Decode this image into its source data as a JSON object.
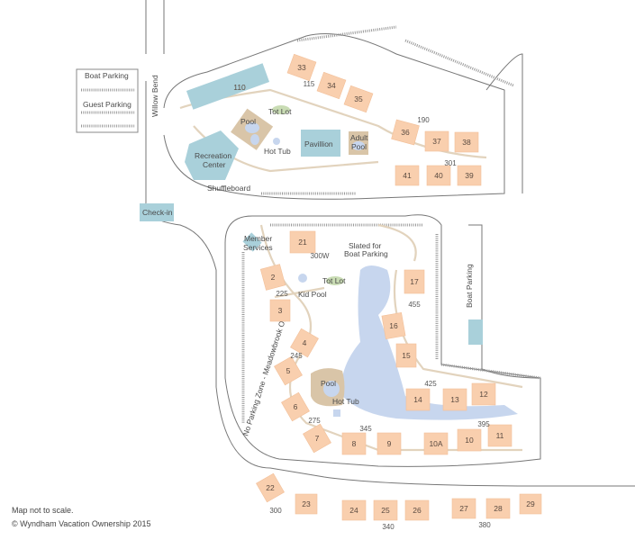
{
  "places": {
    "boat_parking_west": "Boat Parking",
    "guest_parking": "Guest Parking",
    "willow_bend": "Willow Bend",
    "pool_rec": "Pool",
    "tot_lot_rec": "Tot Lot",
    "hot_tub_rec": "Hot Tub",
    "recreation": "Recreation",
    "center": "Center",
    "shuffleboard": "Shuffleboard",
    "pavillion": "Pavillion",
    "adult": "Adult",
    "adult_pool": "Pool",
    "check_in": "Check-in",
    "member": "Member",
    "services": "Services",
    "slated_for": "Slated for",
    "boat_parking_slated": "Boat Parking",
    "tot_lot_south": "Tot Lot",
    "kid_pool": "Kid Pool",
    "pool_south": "Pool",
    "hot_tub_south": "Hot Tub",
    "boat_parking_east": "Boat Parking",
    "no_parking": "No Parking Zone - Meadowbrook Only"
  },
  "buildings": {
    "b110": "110",
    "b33": "33",
    "b34": "34",
    "b35": "35",
    "b36": "36",
    "b37": "37",
    "b38": "38",
    "b41": "41",
    "b40": "40",
    "b39": "39",
    "b21": "21",
    "b2": "2",
    "b3": "3",
    "b4": "4",
    "b5": "5",
    "b6": "6",
    "b7": "7",
    "b8": "8",
    "b9": "9",
    "b10A": "10A",
    "b10": "10",
    "b11": "11",
    "b14": "14",
    "b13": "13",
    "b12": "12",
    "b17": "17",
    "b16": "16",
    "b15": "15",
    "b22": "22",
    "b23": "23",
    "b24": "24",
    "b25": "25",
    "b26": "26",
    "b27": "27",
    "b28": "28",
    "b29": "29"
  },
  "roads": {
    "r115": "115",
    "r190": "190",
    "r301": "301",
    "r300W": "300W",
    "r225": "225",
    "r245": "245",
    "r275": "275",
    "r345": "345",
    "r425": "425",
    "r395": "395",
    "r455": "455",
    "r300": "300",
    "r340": "340",
    "r380": "380"
  },
  "footer": {
    "note": "Map not to scale.",
    "copyright": "© Wyndham Vacation Ownership 2015"
  }
}
